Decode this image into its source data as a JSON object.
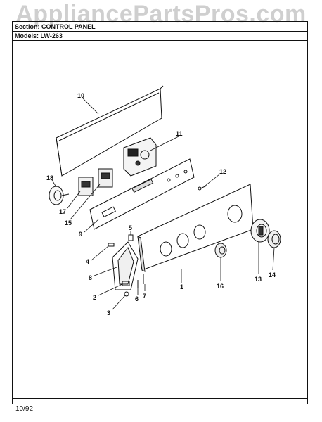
{
  "watermark": "AppliancePartsPros.com",
  "header": {
    "section": "Section: CONTROL PANEL",
    "models": "Models: LW-263"
  },
  "footer": {
    "date": "10/92"
  },
  "callouts": {
    "c1": "1",
    "c2": "2",
    "c3": "3",
    "c4": "4",
    "c5": "5",
    "c6": "6",
    "c7": "7",
    "c8": "8",
    "c9": "9",
    "c10": "10",
    "c11": "11",
    "c12": "12",
    "c13": "13",
    "c14": "14",
    "c15": "15",
    "c16": "16",
    "c17": "17",
    "c18": "18"
  }
}
